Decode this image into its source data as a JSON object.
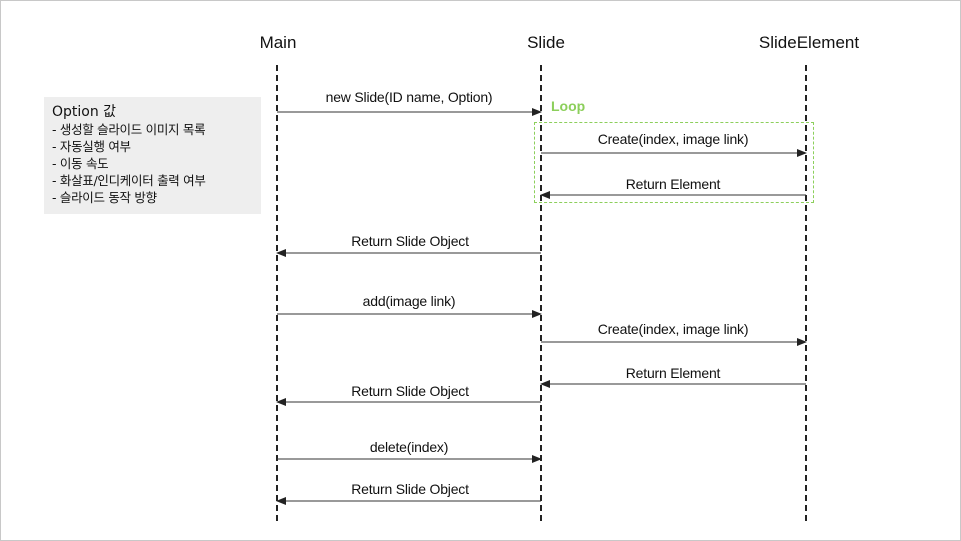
{
  "actors": {
    "main": "Main",
    "slide": "Slide",
    "slide_element": "SlideElement"
  },
  "note": {
    "title": "Option 값",
    "items": [
      "- 생성할 슬라이드 이미지 목록",
      "- 자동실행 여부",
      "- 이동 속도",
      "- 화살표/인디케이터 출력 여부",
      "- 슬라이드 동작 방향"
    ]
  },
  "loop": {
    "label": "Loop",
    "color": "#8ccf5b"
  },
  "messages": [
    {
      "label": "new Slide(ID name, Option)",
      "from": "main",
      "to": "slide"
    },
    {
      "label": "Create(index, image link)",
      "from": "slide",
      "to": "slide_element"
    },
    {
      "label": "Return  Element",
      "from": "slide_element",
      "to": "slide"
    },
    {
      "label": "Return  Slide Object",
      "from": "slide",
      "to": "main"
    },
    {
      "label": "add(image link)",
      "from": "main",
      "to": "slide"
    },
    {
      "label": "Create(index, image link)",
      "from": "slide",
      "to": "slide_element"
    },
    {
      "label": "Return  Element",
      "from": "slide_element",
      "to": "slide"
    },
    {
      "label": "Return  Slide Object",
      "from": "slide",
      "to": "main"
    },
    {
      "label": "delete(index)",
      "from": "main",
      "to": "slide"
    },
    {
      "label": "Return  Slide Object",
      "from": "slide",
      "to": "main"
    }
  ]
}
